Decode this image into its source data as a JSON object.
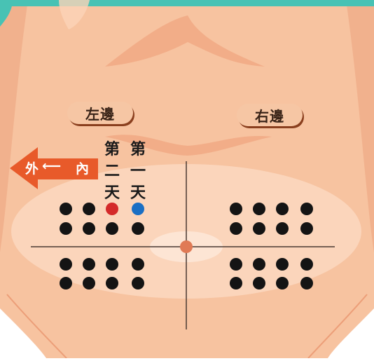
{
  "labels": {
    "left_side": "左邊",
    "right_side": "右邊",
    "outer": "外",
    "arrow": "⟵",
    "inner": "內"
  },
  "day_columns": [
    {
      "chars": [
        "第",
        "二",
        "天"
      ],
      "color": "#d42a2a"
    },
    {
      "chars": [
        "第",
        "一",
        "天"
      ],
      "color": "#1a6fc4"
    }
  ],
  "colors": {
    "skin": "#f7c3a0",
    "belly_ellipse": "#fbd8c0",
    "teal_bar": "#48c2b4",
    "arrow_fill": "#e85a2a",
    "dot": "#141414",
    "day2_dot": "#d42a2a",
    "day1_dot": "#1a6fc4",
    "navel": "#e07a55"
  }
}
